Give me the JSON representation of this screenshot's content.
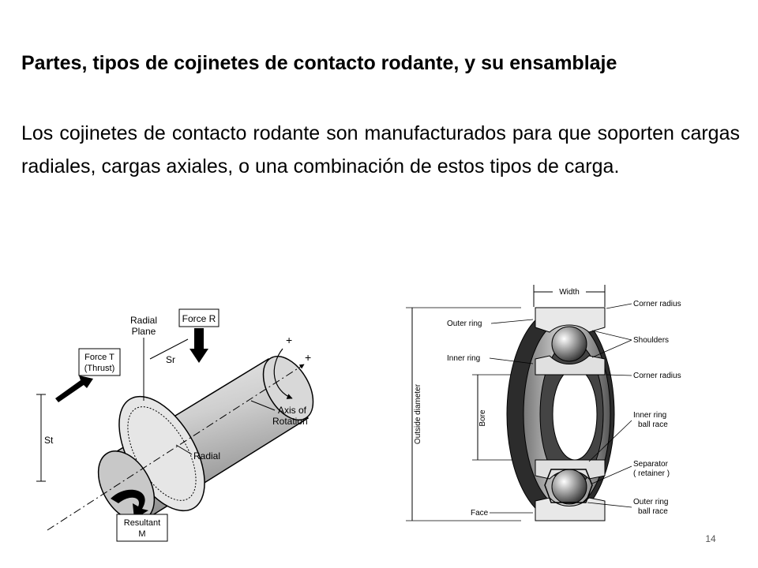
{
  "slide": {
    "title": "Partes, tipos de cojinetes de contacto rodante, y su ensamblaje",
    "body": "Los cojinetes de contacto rodante son  manufacturados para que soporten cargas radiales,  cargas axiales, o una combinación de estos tipos  de carga.",
    "page_number": "14"
  },
  "figure_left": {
    "force_r": "Force R",
    "radial_plane_1": "Radial",
    "radial_plane_2": "Plane",
    "force_t_1": "Force T",
    "force_t_2": "(Thrust)",
    "sr": "Sr",
    "st": "St",
    "plus_1": "+",
    "plus_2": "+",
    "axis_1": "Axis of",
    "axis_2": "Rotation",
    "radial": "Radial",
    "resultant_1": "Resultant",
    "resultant_2": "M"
  },
  "figure_right": {
    "width": "Width",
    "outer_ring": "Outer ring",
    "inner_ring": "Inner ring",
    "face": "Face",
    "outside_diameter": "Outside diameter",
    "bore": "Bore",
    "corner_radius_top": "Corner radius",
    "shoulders": "Shoulders",
    "corner_radius_mid": "Corner radius",
    "inner_race_1": "Inner ring",
    "inner_race_2": "ball race",
    "separator_1": "Separator",
    "separator_2": "( retainer )",
    "outer_race_1": "Outer ring",
    "outer_race_2": "ball race"
  }
}
